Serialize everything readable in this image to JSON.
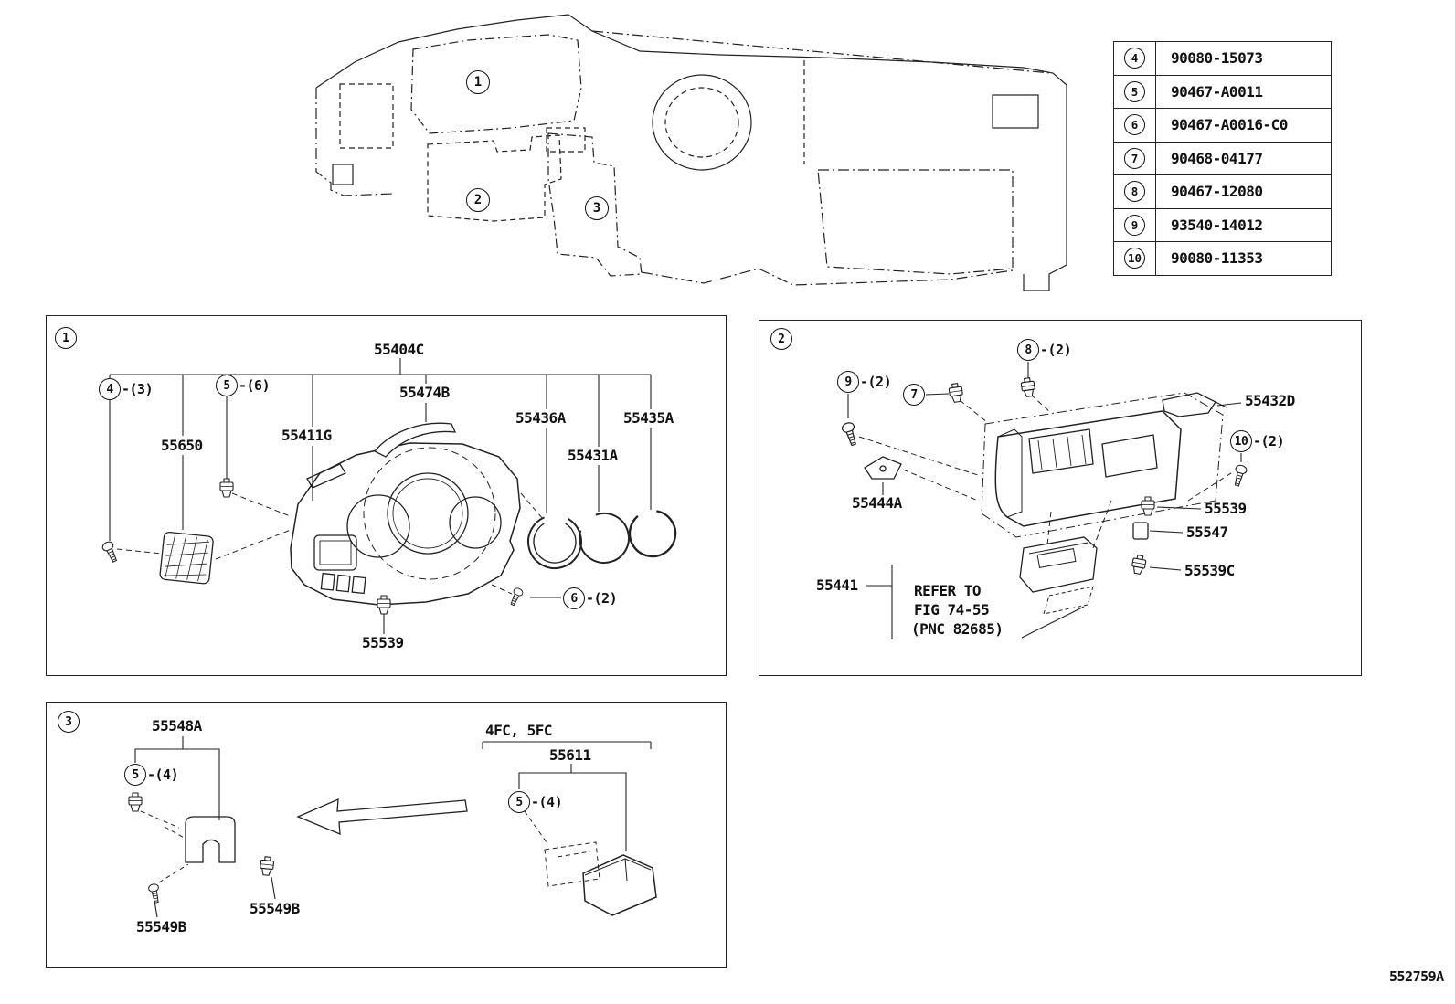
{
  "footer": {
    "drawing_code": "552759A"
  },
  "parts_table": {
    "rows": [
      {
        "ref": "4",
        "part": "90080-15073"
      },
      {
        "ref": "5",
        "part": "90467-A0011"
      },
      {
        "ref": "6",
        "part": "90467-A0016-C0"
      },
      {
        "ref": "7",
        "part": "90468-04177"
      },
      {
        "ref": "8",
        "part": "90467-12080"
      },
      {
        "ref": "9",
        "part": "93540-14012"
      },
      {
        "ref": "10",
        "part": "90080-11353"
      }
    ]
  },
  "overview": {
    "c1": "1",
    "c2": "2",
    "c3": "3"
  },
  "s1": {
    "ref": "1",
    "p55404C": "55404C",
    "p55474B": "55474B",
    "p55436A": "55436A",
    "p55435A": "55435A",
    "p55431A": "55431A",
    "p55411G": "55411G",
    "p55650": "55650",
    "p55539": "55539",
    "c4": "4",
    "c4n": "-(3)",
    "c5": "5",
    "c5n": "-(6)",
    "c6": "6",
    "c6n": "-(2)"
  },
  "s2": {
    "ref": "2",
    "c7": "7",
    "c8": "8",
    "c8n": "-(2)",
    "c9": "9",
    "c9n": "-(2)",
    "c10": "10",
    "c10n": "-(2)",
    "p55432D": "55432D",
    "p55444A": "55444A",
    "p55539": "55539",
    "p55547": "55547",
    "p55539C": "55539C",
    "p55441": "55441",
    "note1": "REFER TO",
    "note2": "FIG 74-55",
    "note3": "(PNC 82685)"
  },
  "s3": {
    "ref": "3",
    "p55548A": "55548A",
    "c5a": "5",
    "c5an": "-(4)",
    "c5b": "5",
    "c5bn": "-(4)",
    "p55549B_a": "55549B",
    "p55549B_b": "55549B",
    "variant": "4FC, 5FC",
    "p55611": "55611"
  }
}
